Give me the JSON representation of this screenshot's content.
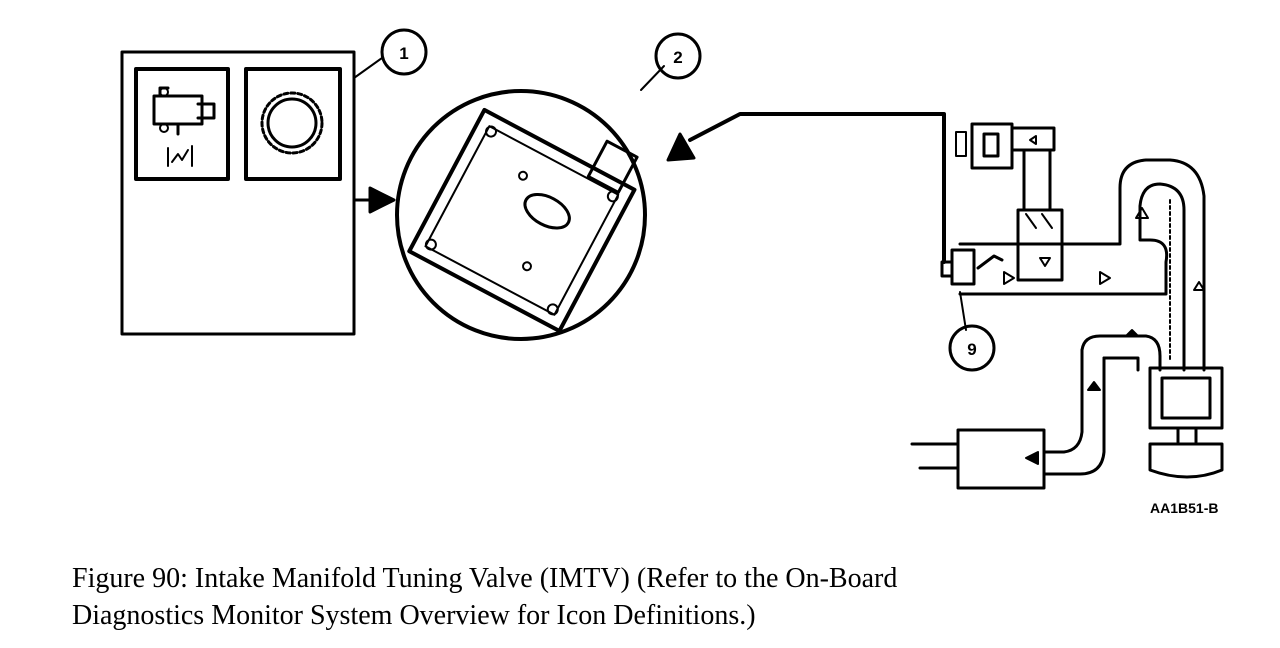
{
  "callouts": {
    "pcm_inputs": "1",
    "pcm": "2",
    "imtv": "9"
  },
  "reference_code": "AA1B51-B",
  "caption": {
    "line1": "Figure 90: Intake Manifold Tuning Valve (IMTV) (Refer to the On-Board",
    "line2": "Diagnostics Monitor System Overview for Icon Definitions.)"
  },
  "colors": {
    "line": "#000000",
    "background": "#ffffff"
  }
}
